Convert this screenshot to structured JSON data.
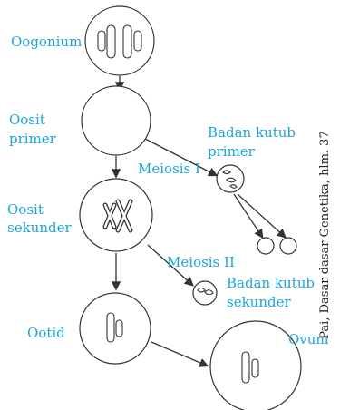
{
  "labels": {
    "oogonium": "Oogonium",
    "oosit_primer_1": "Oosit",
    "oosit_primer_2": "primer",
    "oosit_sekunder_1": "Oosit",
    "oosit_sekunder_2": "sekunder",
    "meiosis_1": "Meiosis I",
    "meiosis_2": "Meiosis II",
    "badan_kutub_primer_1": "Badan kutub",
    "badan_kutub_primer_2": "primer",
    "badan_kutub_sekunder_1": "Badan kutub",
    "badan_kutub_sekunder_2": "sekunder",
    "ootid": "Ootid",
    "ovum": "Ovum"
  },
  "caption": "Pai, Dasar-dasar Genetika, hlm. 37",
  "colors": {
    "label": "#1ba6dd",
    "line": "#333333"
  }
}
